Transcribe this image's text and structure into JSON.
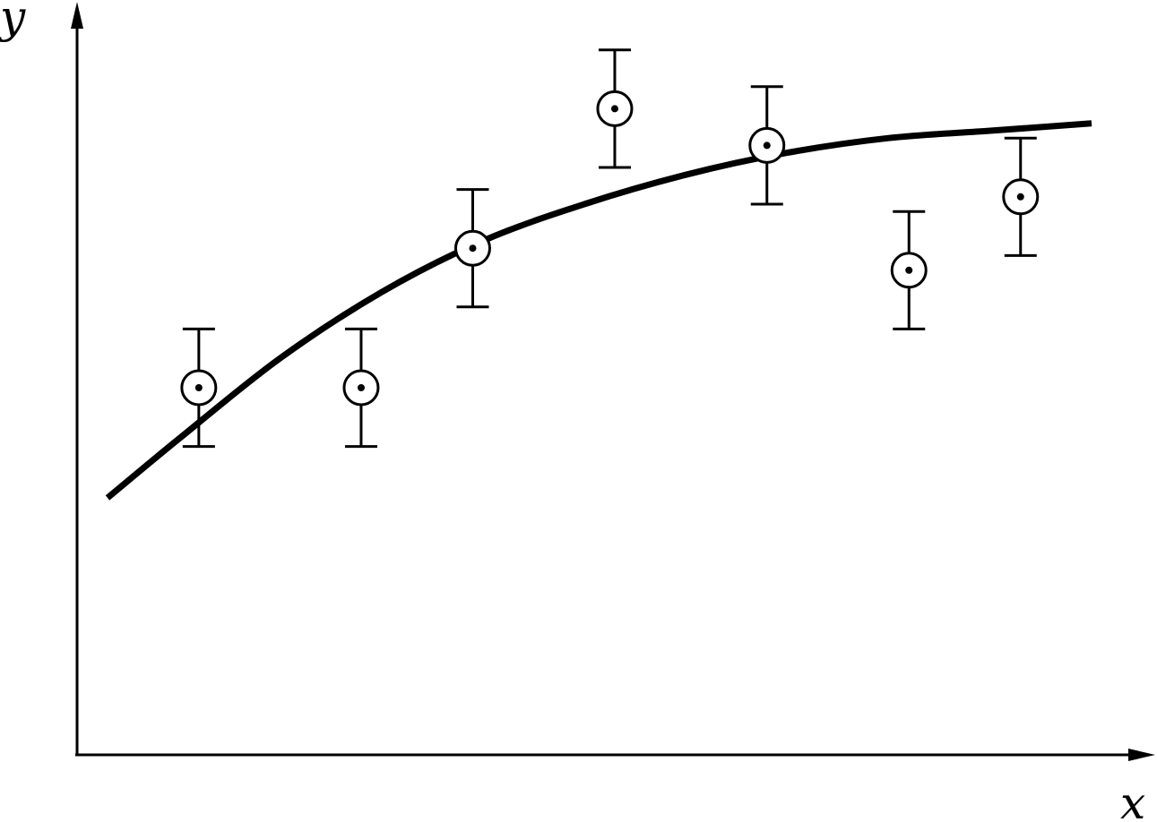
{
  "chart_data": {
    "type": "scatter",
    "title": "",
    "xlabel": "x",
    "ylabel": "y",
    "xlim": [
      0,
      10
    ],
    "ylim": [
      0,
      10
    ],
    "grid": false,
    "ticks": false,
    "points": [
      {
        "x": 1.2,
        "y": 5.0,
        "err": 0.8
      },
      {
        "x": 2.8,
        "y": 5.0,
        "err": 0.8
      },
      {
        "x": 3.9,
        "y": 6.9,
        "err": 0.8
      },
      {
        "x": 5.3,
        "y": 8.8,
        "err": 0.8
      },
      {
        "x": 6.8,
        "y": 8.3,
        "err": 0.8
      },
      {
        "x": 8.2,
        "y": 6.6,
        "err": 0.8
      },
      {
        "x": 9.3,
        "y": 7.6,
        "err": 0.8
      }
    ],
    "fit_curve": {
      "x": [
        0.3,
        1.0,
        2.0,
        3.0,
        4.0,
        5.0,
        6.0,
        7.0,
        8.0,
        9.0,
        10.0
      ],
      "y": [
        3.5,
        4.3,
        5.4,
        6.3,
        7.0,
        7.5,
        7.9,
        8.2,
        8.4,
        8.5,
        8.6
      ]
    },
    "marker": "circled-dot",
    "colors": {
      "ink": "#000000",
      "background": "#ffffff"
    }
  }
}
